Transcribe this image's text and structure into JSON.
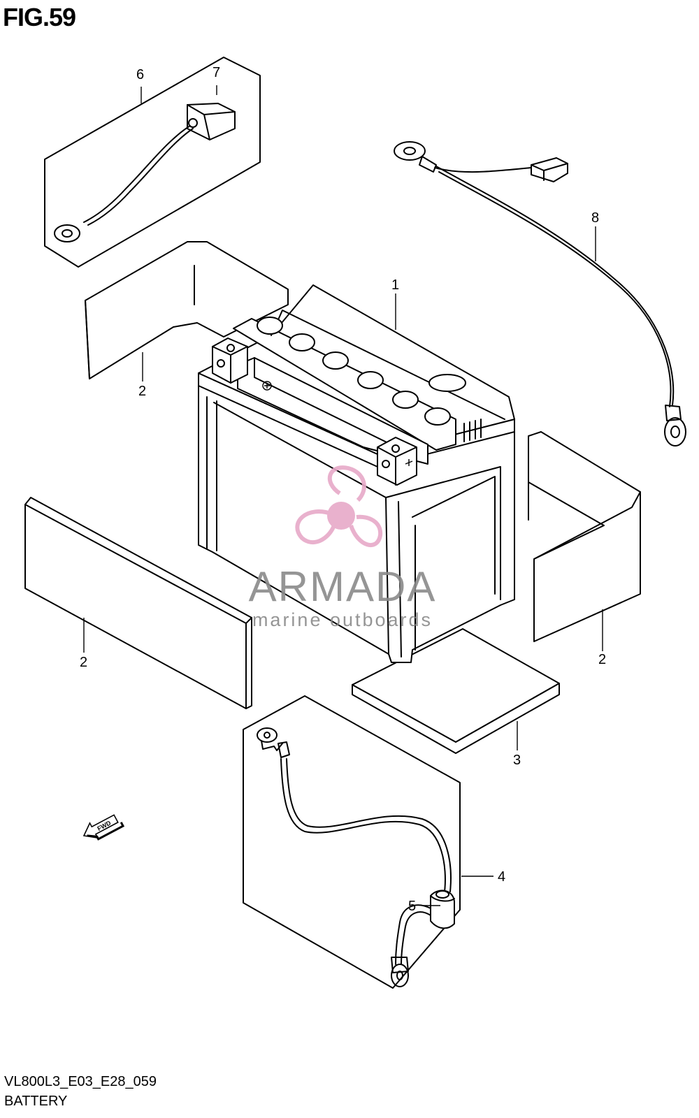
{
  "figure": {
    "title": "FIG.59"
  },
  "footer": {
    "model_code": "VL800L3_E03_E28_059",
    "section_name": "BATTERY"
  },
  "callouts": {
    "c1": "1",
    "c2a": "2",
    "c2b": "2",
    "c2c": "2",
    "c3": "3",
    "c4": "4",
    "c5": "5",
    "c6": "6",
    "c7": "7",
    "c8": "8"
  },
  "direction_marker": {
    "label": "FWD",
    "icon": "fwd-arrow-icon"
  },
  "watermark": {
    "brand": "ARMADA",
    "tagline": "marine outboards",
    "icon": "propeller-logo-icon",
    "colors": {
      "logo": "#e7a9c8",
      "text": "#8a8a8a"
    }
  }
}
